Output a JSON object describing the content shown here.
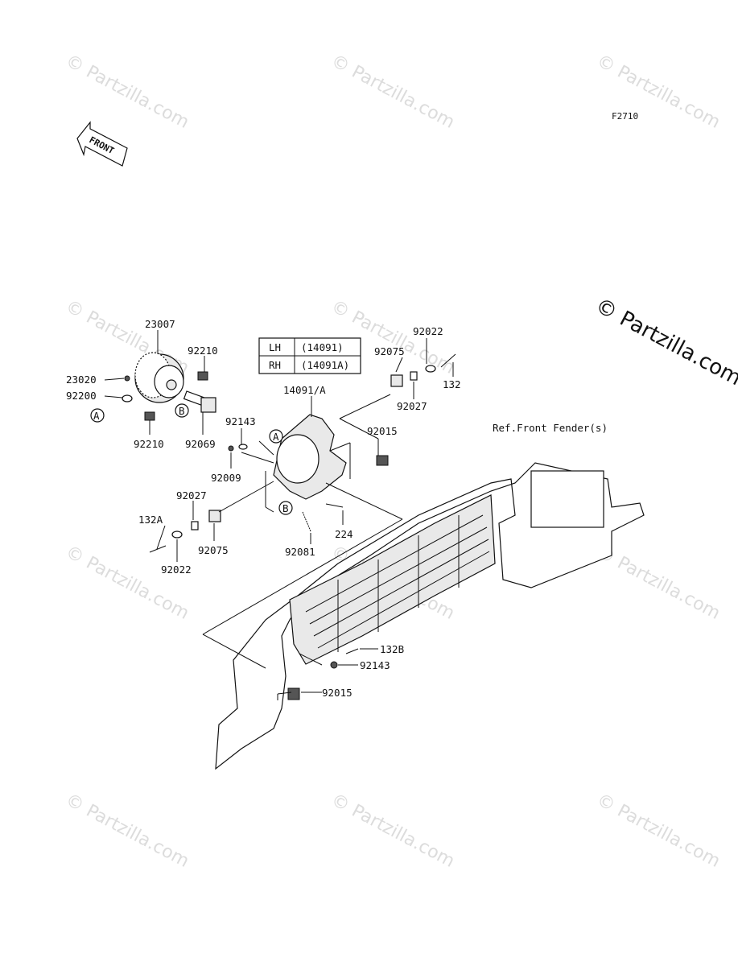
{
  "diagram": {
    "code": "F2710",
    "front_arrow": "FRONT",
    "copyright": "© Partzilla.com",
    "watermark": "© Partzilla.com",
    "reference": "Ref.Front Fender(s)",
    "callouts": [
      "A",
      "B"
    ],
    "table": [
      {
        "side": "LH",
        "part": "(14091)"
      },
      {
        "side": "RH",
        "part": "(14091A)"
      }
    ],
    "labels": {
      "p23007": "23007",
      "p92210a": "92210",
      "p23020": "23020",
      "p92200": "92200",
      "p92210b": "92210",
      "p92069": "92069",
      "p14091": "14091/A",
      "p92143a": "92143",
      "p92009": "92009",
      "p92022a": "92022",
      "p92075a": "92075",
      "p132": "132",
      "p92027a": "92027",
      "p92015a": "92015",
      "p92027b": "92027",
      "p132A": "132A",
      "p92075b": "92075",
      "p92022b": "92022",
      "p224": "224",
      "p92081": "92081",
      "p132B": "132B",
      "p92143b": "92143",
      "p92015b": "92015"
    }
  }
}
